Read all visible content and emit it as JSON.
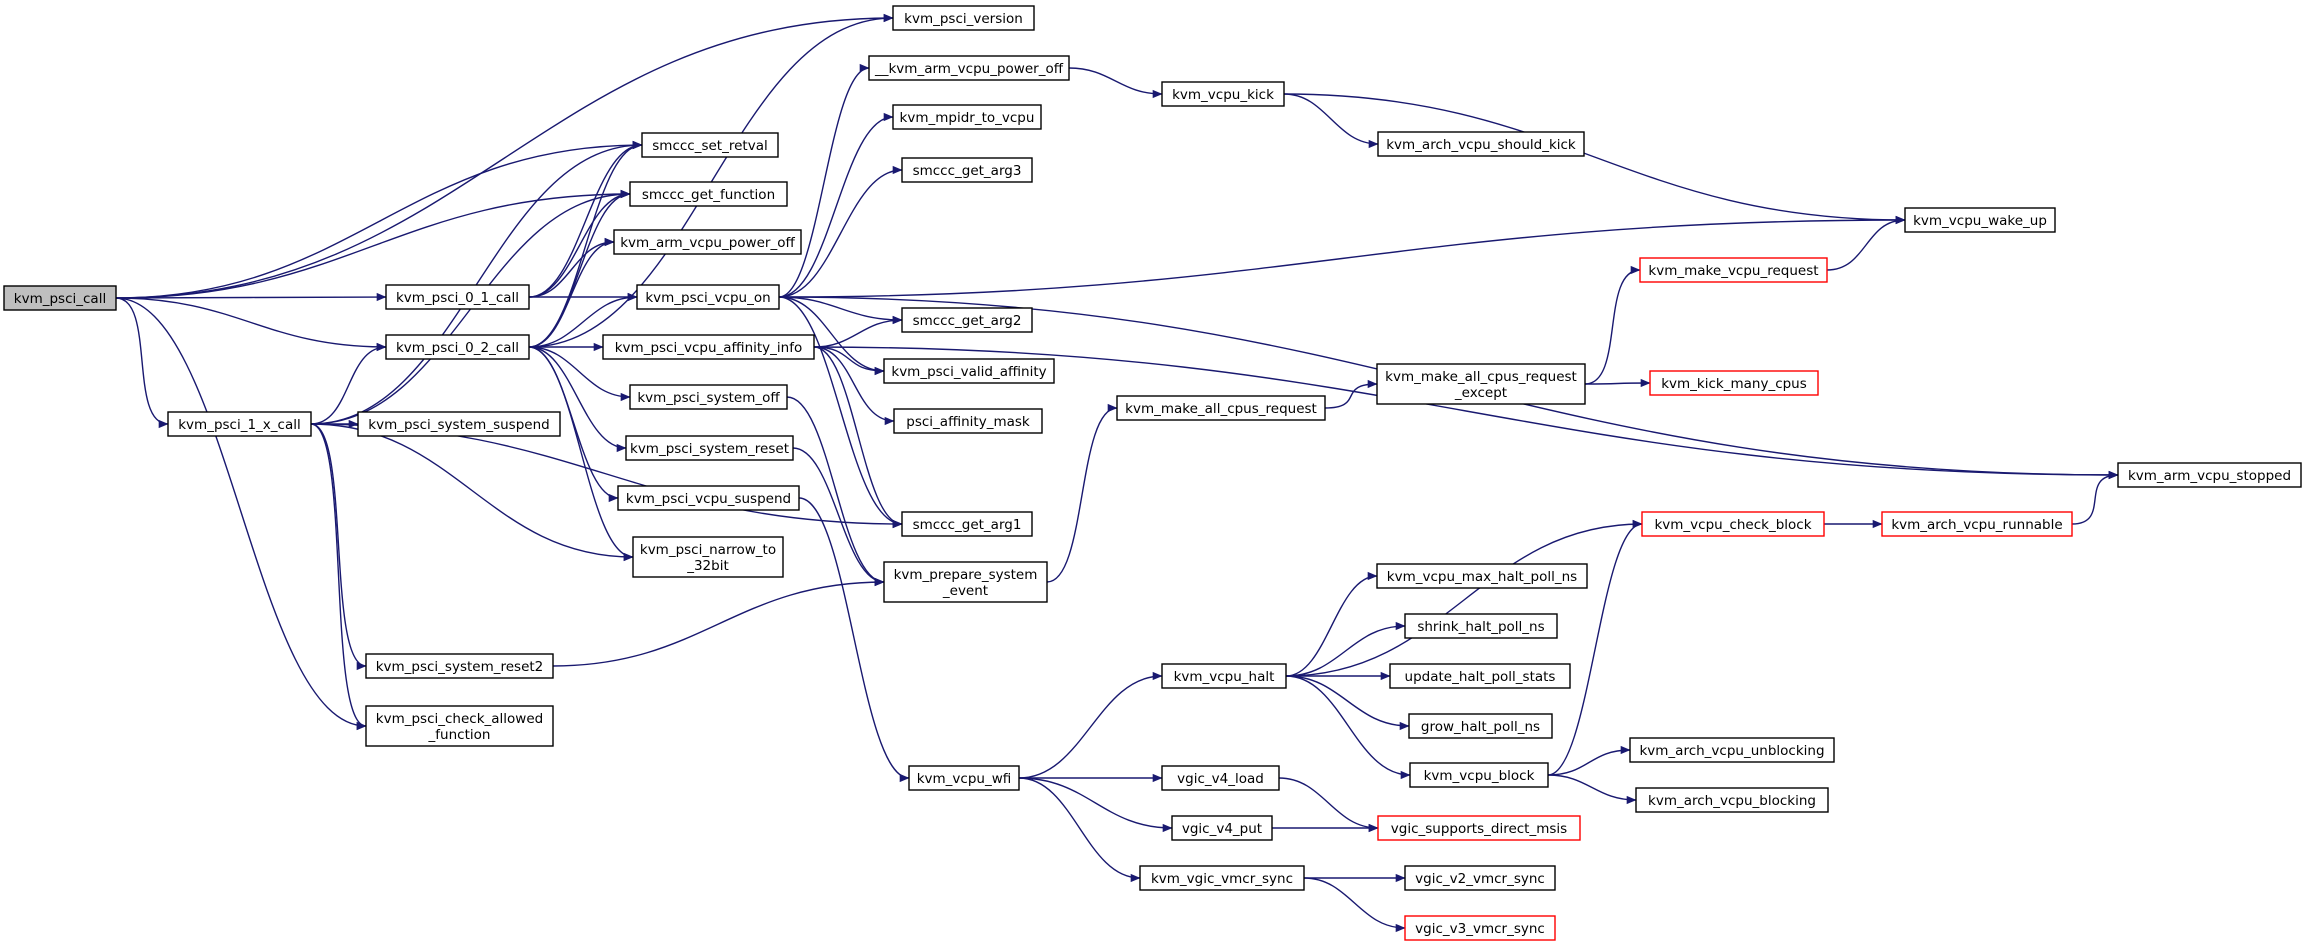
{
  "colors": {
    "edge": "#191970",
    "node_border": "#000000",
    "node_border_truncated": "#ff0000",
    "root_fill": "#bfbfbf",
    "node_fill": "#ffffff"
  },
  "nodes": [
    {
      "id": "kvm_psci_call",
      "lines": [
        "kvm_psci_call"
      ],
      "root": true
    },
    {
      "id": "kvm_psci_version",
      "lines": [
        "kvm_psci_version"
      ]
    },
    {
      "id": "smccc_set_retval",
      "lines": [
        "smccc_set_retval"
      ]
    },
    {
      "id": "smccc_get_function",
      "lines": [
        "smccc_get_function"
      ]
    },
    {
      "id": "kvm_psci_0_1_call",
      "lines": [
        "kvm_psci_0_1_call"
      ]
    },
    {
      "id": "kvm_psci_0_2_call",
      "lines": [
        "kvm_psci_0_2_call"
      ]
    },
    {
      "id": "kvm_psci_1_x_call",
      "lines": [
        "kvm_psci_1_x_call"
      ]
    },
    {
      "id": "kvm_psci_system_suspend",
      "lines": [
        "kvm_psci_system_suspend"
      ]
    },
    {
      "id": "kvm_psci_system_reset2",
      "lines": [
        "kvm_psci_system_reset2"
      ]
    },
    {
      "id": "kvm_psci_check_allowed_function",
      "lines": [
        "kvm_psci_check_allowed",
        "_function"
      ]
    },
    {
      "id": "kvm_arm_vcpu_power_off",
      "lines": [
        "kvm_arm_vcpu_power_off"
      ]
    },
    {
      "id": "kvm_psci_vcpu_on",
      "lines": [
        "kvm_psci_vcpu_on"
      ]
    },
    {
      "id": "kvm_psci_vcpu_affinity_info",
      "lines": [
        "kvm_psci_vcpu_affinity_info"
      ]
    },
    {
      "id": "kvm_psci_system_off",
      "lines": [
        "kvm_psci_system_off"
      ]
    },
    {
      "id": "kvm_psci_system_reset",
      "lines": [
        "kvm_psci_system_reset"
      ]
    },
    {
      "id": "kvm_psci_vcpu_suspend",
      "lines": [
        "kvm_psci_vcpu_suspend"
      ]
    },
    {
      "id": "kvm_psci_narrow_to_32bit",
      "lines": [
        "kvm_psci_narrow_to",
        "_32bit"
      ]
    },
    {
      "id": "__kvm_arm_vcpu_power_off",
      "lines": [
        "__kvm_arm_vcpu_power_off"
      ]
    },
    {
      "id": "kvm_mpidr_to_vcpu",
      "lines": [
        "kvm_mpidr_to_vcpu"
      ]
    },
    {
      "id": "smccc_get_arg3",
      "lines": [
        "smccc_get_arg3"
      ]
    },
    {
      "id": "smccc_get_arg2",
      "lines": [
        "smccc_get_arg2"
      ]
    },
    {
      "id": "kvm_psci_valid_affinity",
      "lines": [
        "kvm_psci_valid_affinity"
      ]
    },
    {
      "id": "psci_affinity_mask",
      "lines": [
        "psci_affinity_mask"
      ]
    },
    {
      "id": "smccc_get_arg1",
      "lines": [
        "smccc_get_arg1"
      ]
    },
    {
      "id": "kvm_prepare_system_event",
      "lines": [
        "kvm_prepare_system",
        "_event"
      ]
    },
    {
      "id": "kvm_vcpu_kick",
      "lines": [
        "kvm_vcpu_kick"
      ]
    },
    {
      "id": "kvm_arch_vcpu_should_kick",
      "lines": [
        "kvm_arch_vcpu_should_kick"
      ]
    },
    {
      "id": "kvm_vcpu_wake_up",
      "lines": [
        "kvm_vcpu_wake_up"
      ]
    },
    {
      "id": "kvm_make_vcpu_request",
      "lines": [
        "kvm_make_vcpu_request"
      ],
      "truncated": true
    },
    {
      "id": "kvm_make_all_cpus_request",
      "lines": [
        "kvm_make_all_cpus_request"
      ]
    },
    {
      "id": "kvm_make_all_cpus_request_except",
      "lines": [
        "kvm_make_all_cpus_request",
        "_except"
      ]
    },
    {
      "id": "kvm_kick_many_cpus",
      "lines": [
        "kvm_kick_many_cpus"
      ],
      "truncated": true
    },
    {
      "id": "kvm_arm_vcpu_stopped",
      "lines": [
        "kvm_arm_vcpu_stopped"
      ]
    },
    {
      "id": "kvm_vcpu_check_block",
      "lines": [
        "kvm_vcpu_check_block"
      ],
      "truncated": true
    },
    {
      "id": "kvm_arch_vcpu_runnable",
      "lines": [
        "kvm_arch_vcpu_runnable"
      ],
      "truncated": true
    },
    {
      "id": "kvm_vcpu_max_halt_poll_ns",
      "lines": [
        "kvm_vcpu_max_halt_poll_ns"
      ]
    },
    {
      "id": "shrink_halt_poll_ns",
      "lines": [
        "shrink_halt_poll_ns"
      ]
    },
    {
      "id": "update_halt_poll_stats",
      "lines": [
        "update_halt_poll_stats"
      ]
    },
    {
      "id": "grow_halt_poll_ns",
      "lines": [
        "grow_halt_poll_ns"
      ]
    },
    {
      "id": "kvm_vcpu_halt",
      "lines": [
        "kvm_vcpu_halt"
      ]
    },
    {
      "id": "kvm_vcpu_block",
      "lines": [
        "kvm_vcpu_block"
      ]
    },
    {
      "id": "kvm_arch_vcpu_unblocking",
      "lines": [
        "kvm_arch_vcpu_unblocking"
      ]
    },
    {
      "id": "kvm_arch_vcpu_blocking",
      "lines": [
        "kvm_arch_vcpu_blocking"
      ]
    },
    {
      "id": "kvm_vcpu_wfi",
      "lines": [
        "kvm_vcpu_wfi"
      ]
    },
    {
      "id": "vgic_v4_load",
      "lines": [
        "vgic_v4_load"
      ]
    },
    {
      "id": "vgic_v4_put",
      "lines": [
        "vgic_v4_put"
      ]
    },
    {
      "id": "vgic_supports_direct_msis",
      "lines": [
        "vgic_supports_direct_msis"
      ],
      "truncated": true
    },
    {
      "id": "kvm_vgic_vmcr_sync",
      "lines": [
        "kvm_vgic_vmcr_sync"
      ]
    },
    {
      "id": "vgic_v2_vmcr_sync",
      "lines": [
        "vgic_v2_vmcr_sync"
      ]
    },
    {
      "id": "vgic_v3_vmcr_sync",
      "lines": [
        "vgic_v3_vmcr_sync"
      ],
      "truncated": true
    }
  ],
  "edges": [
    [
      "kvm_psci_call",
      "kvm_psci_version"
    ],
    [
      "kvm_psci_call",
      "smccc_set_retval"
    ],
    [
      "kvm_psci_call",
      "smccc_get_function"
    ],
    [
      "kvm_psci_call",
      "kvm_psci_0_1_call"
    ],
    [
      "kvm_psci_call",
      "kvm_psci_0_2_call"
    ],
    [
      "kvm_psci_call",
      "kvm_psci_1_x_call"
    ],
    [
      "kvm_psci_call",
      "kvm_psci_check_allowed_function"
    ],
    [
      "kvm_psci_0_1_call",
      "smccc_set_retval"
    ],
    [
      "kvm_psci_0_1_call",
      "smccc_get_function"
    ],
    [
      "kvm_psci_0_1_call",
      "kvm_arm_vcpu_power_off"
    ],
    [
      "kvm_psci_0_1_call",
      "kvm_psci_vcpu_on"
    ],
    [
      "kvm_psci_0_2_call",
      "smccc_set_retval"
    ],
    [
      "kvm_psci_0_2_call",
      "smccc_get_function"
    ],
    [
      "kvm_psci_0_2_call",
      "kvm_arm_vcpu_power_off"
    ],
    [
      "kvm_psci_0_2_call",
      "kvm_psci_vcpu_on"
    ],
    [
      "kvm_psci_0_2_call",
      "kvm_psci_vcpu_affinity_info"
    ],
    [
      "kvm_psci_0_2_call",
      "kvm_psci_system_off"
    ],
    [
      "kvm_psci_0_2_call",
      "kvm_psci_system_reset"
    ],
    [
      "kvm_psci_0_2_call",
      "kvm_psci_vcpu_suspend"
    ],
    [
      "kvm_psci_0_2_call",
      "kvm_psci_narrow_to_32bit"
    ],
    [
      "kvm_psci_0_2_call",
      "kvm_psci_version"
    ],
    [
      "kvm_psci_1_x_call",
      "smccc_set_retval"
    ],
    [
      "kvm_psci_1_x_call",
      "smccc_get_function"
    ],
    [
      "kvm_psci_1_x_call",
      "kvm_psci_0_2_call"
    ],
    [
      "kvm_psci_1_x_call",
      "kvm_psci_system_suspend"
    ],
    [
      "kvm_psci_1_x_call",
      "kvm_psci_narrow_to_32bit"
    ],
    [
      "kvm_psci_1_x_call",
      "smccc_get_arg1"
    ],
    [
      "kvm_psci_1_x_call",
      "kvm_psci_system_reset2"
    ],
    [
      "kvm_psci_1_x_call",
      "kvm_psci_check_allowed_function"
    ],
    [
      "kvm_psci_system_reset2",
      "kvm_prepare_system_event"
    ],
    [
      "kvm_psci_vcpu_on",
      "__kvm_arm_vcpu_power_off"
    ],
    [
      "kvm_psci_vcpu_on",
      "kvm_mpidr_to_vcpu"
    ],
    [
      "kvm_psci_vcpu_on",
      "smccc_get_arg3"
    ],
    [
      "kvm_psci_vcpu_on",
      "smccc_get_arg2"
    ],
    [
      "kvm_psci_vcpu_on",
      "kvm_psci_valid_affinity"
    ],
    [
      "kvm_psci_vcpu_on",
      "smccc_get_arg1"
    ],
    [
      "kvm_psci_vcpu_on",
      "kvm_vcpu_wake_up"
    ],
    [
      "kvm_psci_vcpu_on",
      "kvm_arm_vcpu_stopped"
    ],
    [
      "kvm_psci_vcpu_affinity_info",
      "smccc_get_arg2"
    ],
    [
      "kvm_psci_vcpu_affinity_info",
      "kvm_psci_valid_affinity"
    ],
    [
      "kvm_psci_vcpu_affinity_info",
      "psci_affinity_mask"
    ],
    [
      "kvm_psci_vcpu_affinity_info",
      "smccc_get_arg1"
    ],
    [
      "kvm_psci_vcpu_affinity_info",
      "kvm_arm_vcpu_stopped"
    ],
    [
      "kvm_psci_system_off",
      "kvm_prepare_system_event"
    ],
    [
      "kvm_psci_system_reset",
      "kvm_prepare_system_event"
    ],
    [
      "kvm_psci_vcpu_suspend",
      "kvm_vcpu_wfi"
    ],
    [
      "__kvm_arm_vcpu_power_off",
      "kvm_vcpu_kick"
    ],
    [
      "kvm_vcpu_kick",
      "kvm_arch_vcpu_should_kick"
    ],
    [
      "kvm_vcpu_kick",
      "kvm_vcpu_wake_up"
    ],
    [
      "kvm_prepare_system_event",
      "kvm_make_all_cpus_request"
    ],
    [
      "kvm_make_all_cpus_request",
      "kvm_make_all_cpus_request_except"
    ],
    [
      "kvm_make_all_cpus_request_except",
      "kvm_make_vcpu_request"
    ],
    [
      "kvm_make_all_cpus_request_except",
      "kvm_kick_many_cpus"
    ],
    [
      "kvm_make_vcpu_request",
      "kvm_vcpu_wake_up"
    ],
    [
      "kvm_vcpu_check_block",
      "kvm_arch_vcpu_runnable"
    ],
    [
      "kvm_arch_vcpu_runnable",
      "kvm_arm_vcpu_stopped"
    ],
    [
      "kvm_vcpu_wfi",
      "kvm_vcpu_halt"
    ],
    [
      "kvm_vcpu_wfi",
      "vgic_v4_load"
    ],
    [
      "kvm_vcpu_wfi",
      "vgic_v4_put"
    ],
    [
      "kvm_vcpu_wfi",
      "kvm_vgic_vmcr_sync"
    ],
    [
      "kvm_vcpu_halt",
      "kvm_vcpu_check_block"
    ],
    [
      "kvm_vcpu_halt",
      "kvm_vcpu_max_halt_poll_ns"
    ],
    [
      "kvm_vcpu_halt",
      "shrink_halt_poll_ns"
    ],
    [
      "kvm_vcpu_halt",
      "update_halt_poll_stats"
    ],
    [
      "kvm_vcpu_halt",
      "grow_halt_poll_ns"
    ],
    [
      "kvm_vcpu_halt",
      "kvm_vcpu_block"
    ],
    [
      "kvm_vcpu_block",
      "kvm_vcpu_check_block"
    ],
    [
      "kvm_vcpu_block",
      "kvm_arch_vcpu_unblocking"
    ],
    [
      "kvm_vcpu_block",
      "kvm_arch_vcpu_blocking"
    ],
    [
      "vgic_v4_load",
      "vgic_supports_direct_msis"
    ],
    [
      "vgic_v4_put",
      "vgic_supports_direct_msis"
    ],
    [
      "kvm_vgic_vmcr_sync",
      "vgic_v2_vmcr_sync"
    ],
    [
      "kvm_vgic_vmcr_sync",
      "vgic_v3_vmcr_sync"
    ]
  ]
}
